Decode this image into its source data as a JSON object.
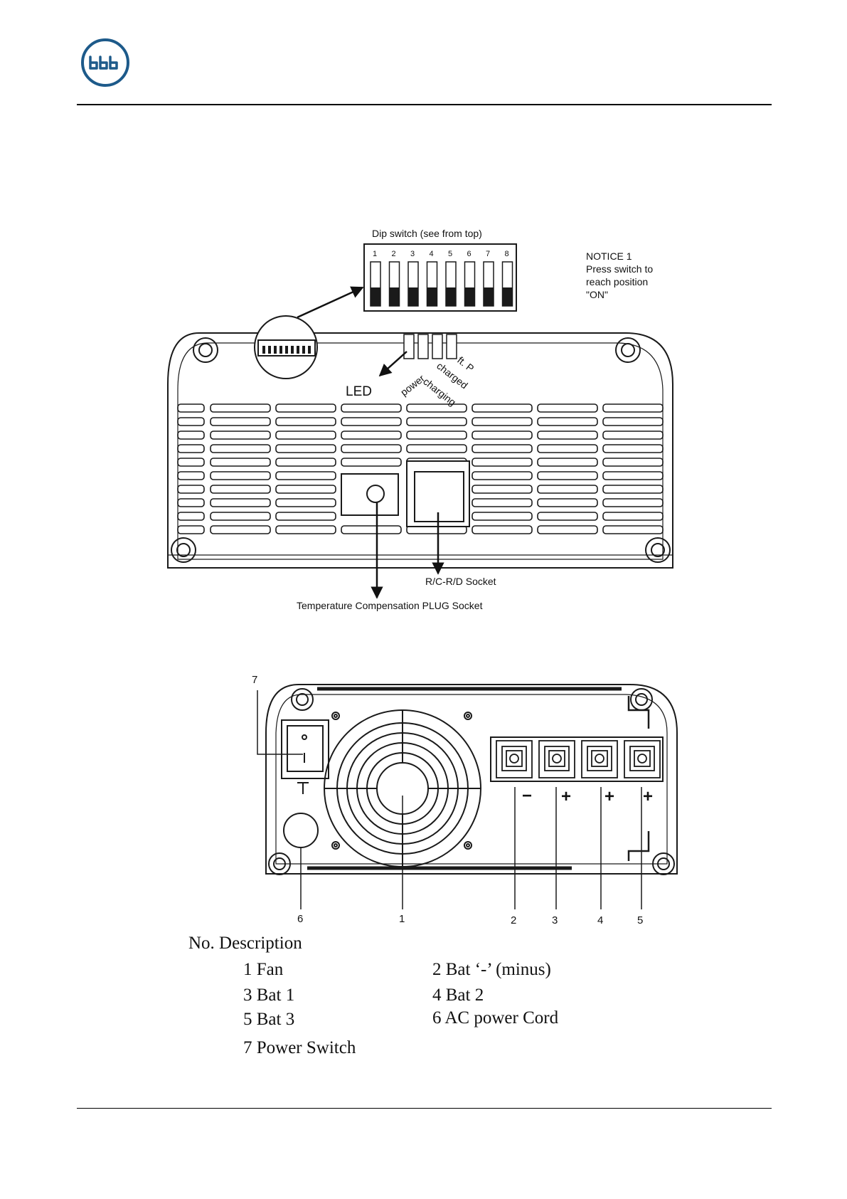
{
  "figure1": {
    "dip_title": "Dip switch (see from top)",
    "dip_numbers": [
      "1",
      "2",
      "3",
      "4",
      "5",
      "6",
      "7",
      "8"
    ],
    "notice": [
      "NOTICE 1",
      "Press switch to",
      "reach position",
      "\"ON\""
    ],
    "led_label": "LED",
    "led_names": [
      "power",
      "charging",
      "charged",
      "ft. P"
    ],
    "rcrd_socket": "R/C-R/D Socket",
    "temp_socket": "Temperature Compensation PLUG Socket"
  },
  "figure2": {
    "callouts": [
      "7",
      "6",
      "1",
      "2",
      "3",
      "4",
      "5"
    ],
    "polarity": [
      "−",
      "+",
      "+",
      "+"
    ]
  },
  "description": {
    "heading": "No. Description",
    "items": [
      "1 Fan",
      "2 Bat ‘-’ (minus)",
      "3 Bat 1",
      "4 Bat 2",
      "5 Bat 3",
      "6 AC power Cord",
      "7 Power Switch"
    ]
  },
  "colors": {
    "line": "#1a1a1a",
    "logo": "#1d5a8a"
  }
}
